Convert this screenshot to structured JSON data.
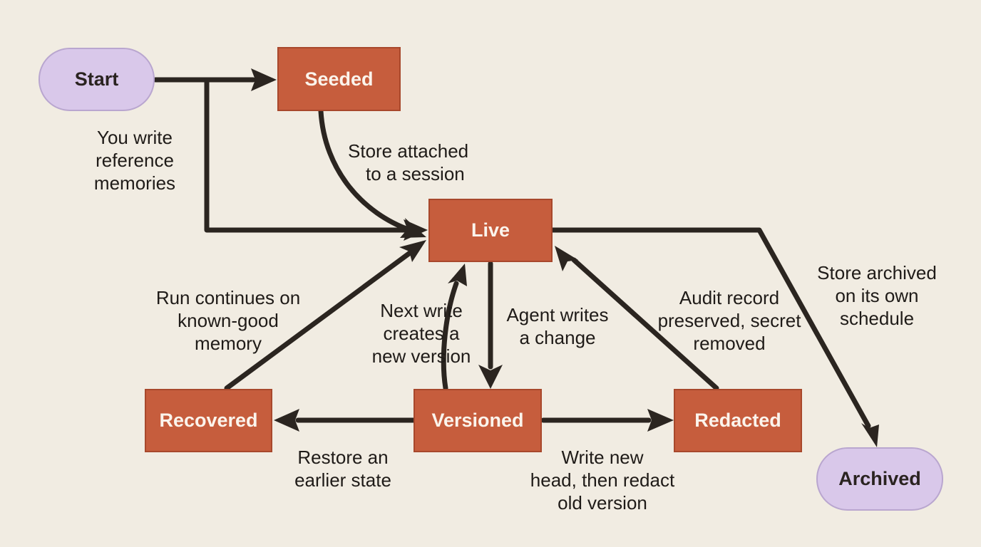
{
  "nodes": {
    "start": "Start",
    "seeded": "Seeded",
    "live": "Live",
    "recovered": "Recovered",
    "versioned": "Versioned",
    "redacted": "Redacted",
    "archived": "Archived"
  },
  "edges": {
    "start_to_live": [
      "You write",
      "reference",
      "memories"
    ],
    "seeded_to_live": [
      "Store attached",
      "to a session"
    ],
    "live_to_archived": [
      "Store archived",
      "on its own",
      "schedule"
    ],
    "recovered_to_live": [
      "Run continues on",
      "known-good",
      "memory"
    ],
    "versioned_to_live": [
      "Next write",
      "creates a",
      "new version"
    ],
    "live_to_versioned": [
      "Agent writes",
      "a change"
    ],
    "redacted_to_live": [
      "Audit record",
      "preserved, secret",
      "removed"
    ],
    "versioned_to_recovered": [
      "Restore an",
      "earlier state"
    ],
    "versioned_to_redacted": [
      "Write new",
      "head, then redact",
      "old version"
    ]
  },
  "colors": {
    "background": "#f1ece2",
    "state_fill": "#c65d3d",
    "terminal_fill": "#d9c8ea",
    "edge": "#2b2520"
  }
}
